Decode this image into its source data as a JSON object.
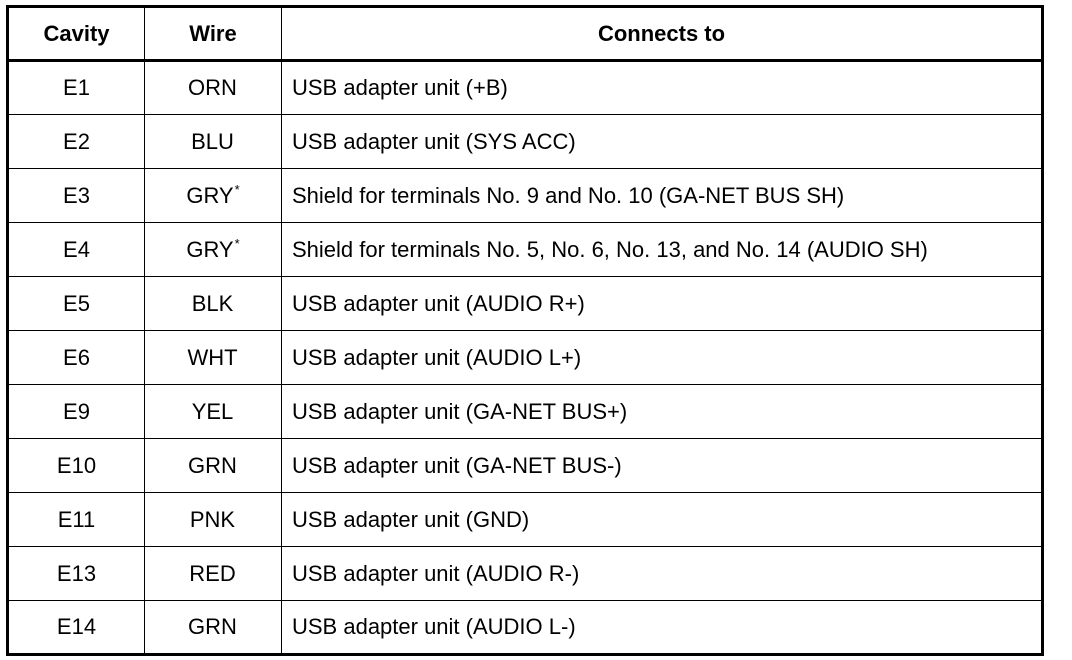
{
  "table": {
    "headers": {
      "cavity": "Cavity",
      "wire": "Wire",
      "connects_to": "Connects to"
    },
    "rows": [
      {
        "cavity": "E1",
        "wire": "ORN",
        "mark": "",
        "connects_to": "USB adapter unit (+B)"
      },
      {
        "cavity": "E2",
        "wire": "BLU",
        "mark": "",
        "connects_to": "USB adapter unit (SYS ACC)"
      },
      {
        "cavity": "E3",
        "wire": "GRY",
        "mark": "*",
        "connects_to": "Shield for terminals No. 9 and No. 10 (GA-NET BUS SH)"
      },
      {
        "cavity": "E4",
        "wire": "GRY",
        "mark": "*",
        "connects_to": "Shield for terminals No. 5, No. 6, No. 13, and No. 14 (AUDIO SH)"
      },
      {
        "cavity": "E5",
        "wire": "BLK",
        "mark": "",
        "connects_to": "USB adapter unit (AUDIO R+)"
      },
      {
        "cavity": "E6",
        "wire": "WHT",
        "mark": "",
        "connects_to": "USB adapter unit (AUDIO L+)"
      },
      {
        "cavity": "E9",
        "wire": "YEL",
        "mark": "",
        "connects_to": "USB adapter unit (GA-NET BUS+)"
      },
      {
        "cavity": "E10",
        "wire": "GRN",
        "mark": "",
        "connects_to": "USB adapter unit (GA-NET BUS-)"
      },
      {
        "cavity": "E11",
        "wire": "PNK",
        "mark": "",
        "connects_to": "USB adapter unit (GND)"
      },
      {
        "cavity": "E13",
        "wire": "RED",
        "mark": "",
        "connects_to": "USB adapter unit (AUDIO R-)"
      },
      {
        "cavity": "E14",
        "wire": "GRN",
        "mark": "",
        "connects_to": "USB adapter unit (AUDIO L-)"
      }
    ]
  }
}
